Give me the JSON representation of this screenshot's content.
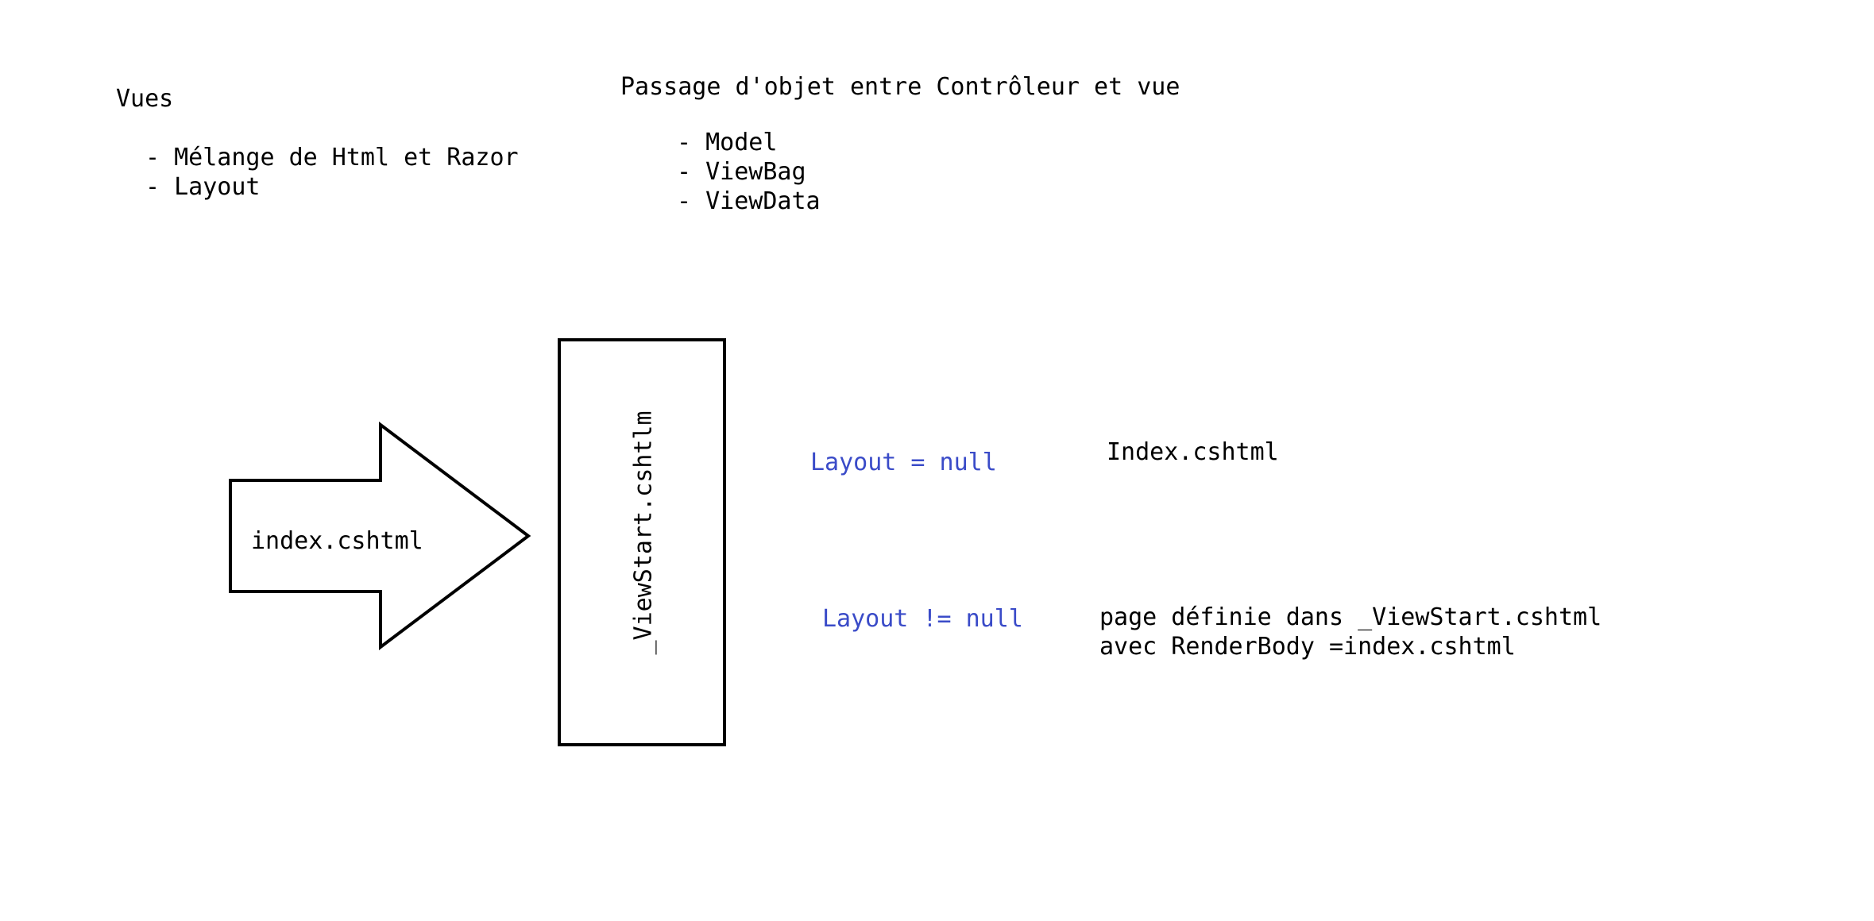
{
  "vues": {
    "title": "Vues",
    "items": [
      "Mélange de Html et Razor",
      "Layout"
    ]
  },
  "passage": {
    "title": "Passage d'objet entre Contrôleur et vue",
    "items": [
      "Model",
      "ViewBag",
      "ViewData"
    ]
  },
  "diagram": {
    "arrow_label": "index.cshtml",
    "box_label": "_ViewStart.cshtlm",
    "condition_null": "Layout = null",
    "result_null": "Index.cshtml",
    "condition_not_null": "Layout != null",
    "result_not_null_line1": "page définie dans _ViewStart.cshtml",
    "result_not_null_line2": "avec RenderBody =index.cshtml"
  },
  "colors": {
    "condition_text": "#3a4bc8",
    "stroke": "#000000"
  }
}
